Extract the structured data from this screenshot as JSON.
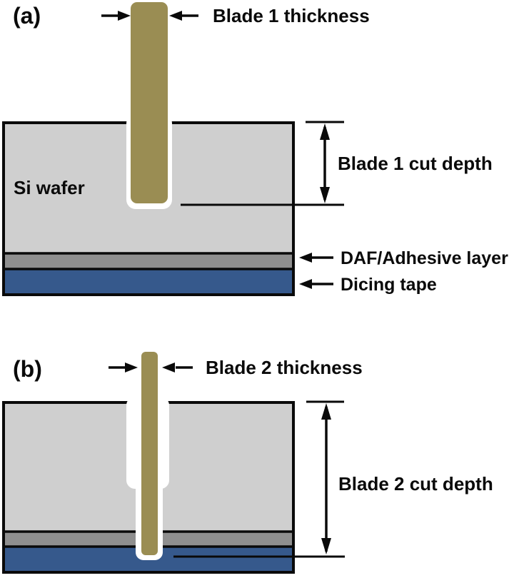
{
  "panels": {
    "a": {
      "label": "(a)",
      "blade_thickness_label": "Blade 1 thickness",
      "cut_depth_label": "Blade 1 cut depth",
      "wafer_label": "Si wafer",
      "daf_label": "DAF/Adhesive layer",
      "tape_label": "Dicing tape"
    },
    "b": {
      "label": "(b)",
      "blade_thickness_label": "Blade 2 thickness",
      "cut_depth_label": "Blade 2 cut depth"
    }
  },
  "colors": {
    "blade": "#9A8D53",
    "si_wafer": "#CFCFCF",
    "daf_layer": "#8F8F8F",
    "dicing_tape": "#36598C",
    "kerf": "#FFFFFF",
    "line": "#0A0A0A",
    "text": "#0A0A0A",
    "background": "#FFFFFF"
  }
}
